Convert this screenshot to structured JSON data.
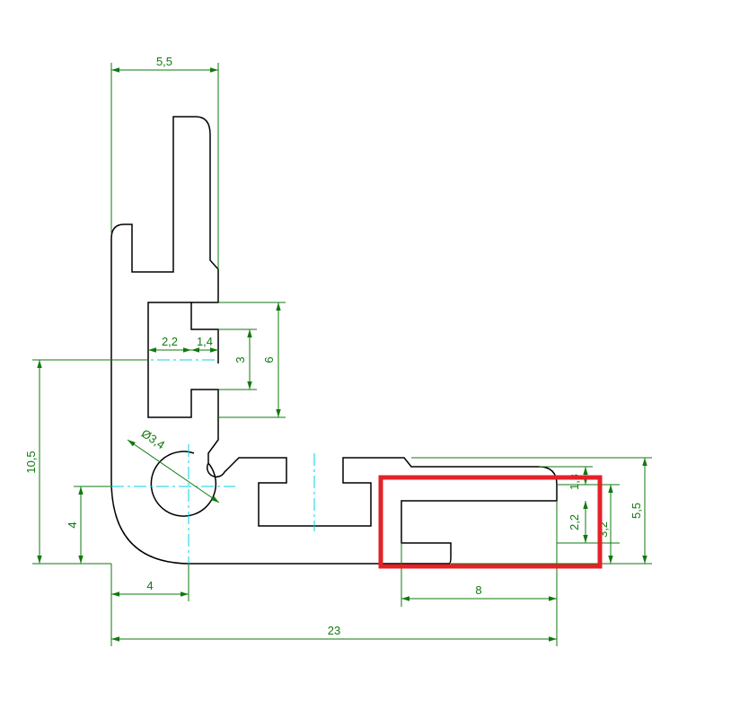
{
  "dimensions": {
    "top_width": "5,5",
    "slot_width": "2,2",
    "slot_neck": "1,4",
    "slot_depth": "3",
    "slot_height": "6",
    "hole_diameter": "Ø3,4",
    "left_height": "10,5",
    "hole_center_height": "4",
    "hole_center_offset": "4",
    "right_height": "5,5",
    "right_slot_wall": "1,3",
    "right_slot_gap": "2,2",
    "right_slot_outer": "3,2",
    "right_slot_length": "8",
    "overall_width": "23"
  },
  "colors": {
    "outline": "#000000",
    "dimension": "#0f7a0f",
    "centerline": "#00d6e0",
    "highlight": "#e32228"
  }
}
